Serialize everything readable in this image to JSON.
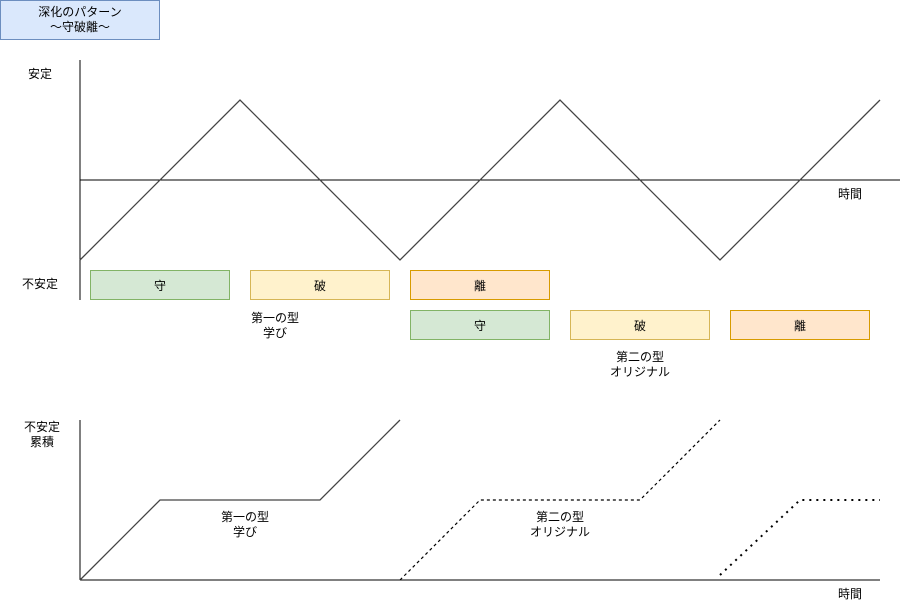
{
  "title": {
    "line1": "深化のパターン",
    "line2": "〜守破離〜"
  },
  "top_chart": {
    "y_top_label": "安定",
    "y_bottom_label": "不安定",
    "x_label": "時間"
  },
  "phases_row1": [
    {
      "label": "守",
      "color": "green"
    },
    {
      "label": "破",
      "color": "yellow"
    },
    {
      "label": "離",
      "color": "orange"
    }
  ],
  "phases_row2": [
    {
      "label": "守",
      "color": "green"
    },
    {
      "label": "破",
      "color": "yellow"
    },
    {
      "label": "離",
      "color": "orange"
    }
  ],
  "form1": {
    "line1": "第一の型",
    "line2": "学び"
  },
  "form2": {
    "line1": "第二の型",
    "line2": "オリジナル"
  },
  "bottom_chart": {
    "y_label_line1": "不安定",
    "y_label_line2": "累積",
    "x_label": "時間",
    "form1": {
      "line1": "第一の型",
      "line2": "学び"
    },
    "form2": {
      "line1": "第二の型",
      "line2": "オリジナル"
    }
  }
}
